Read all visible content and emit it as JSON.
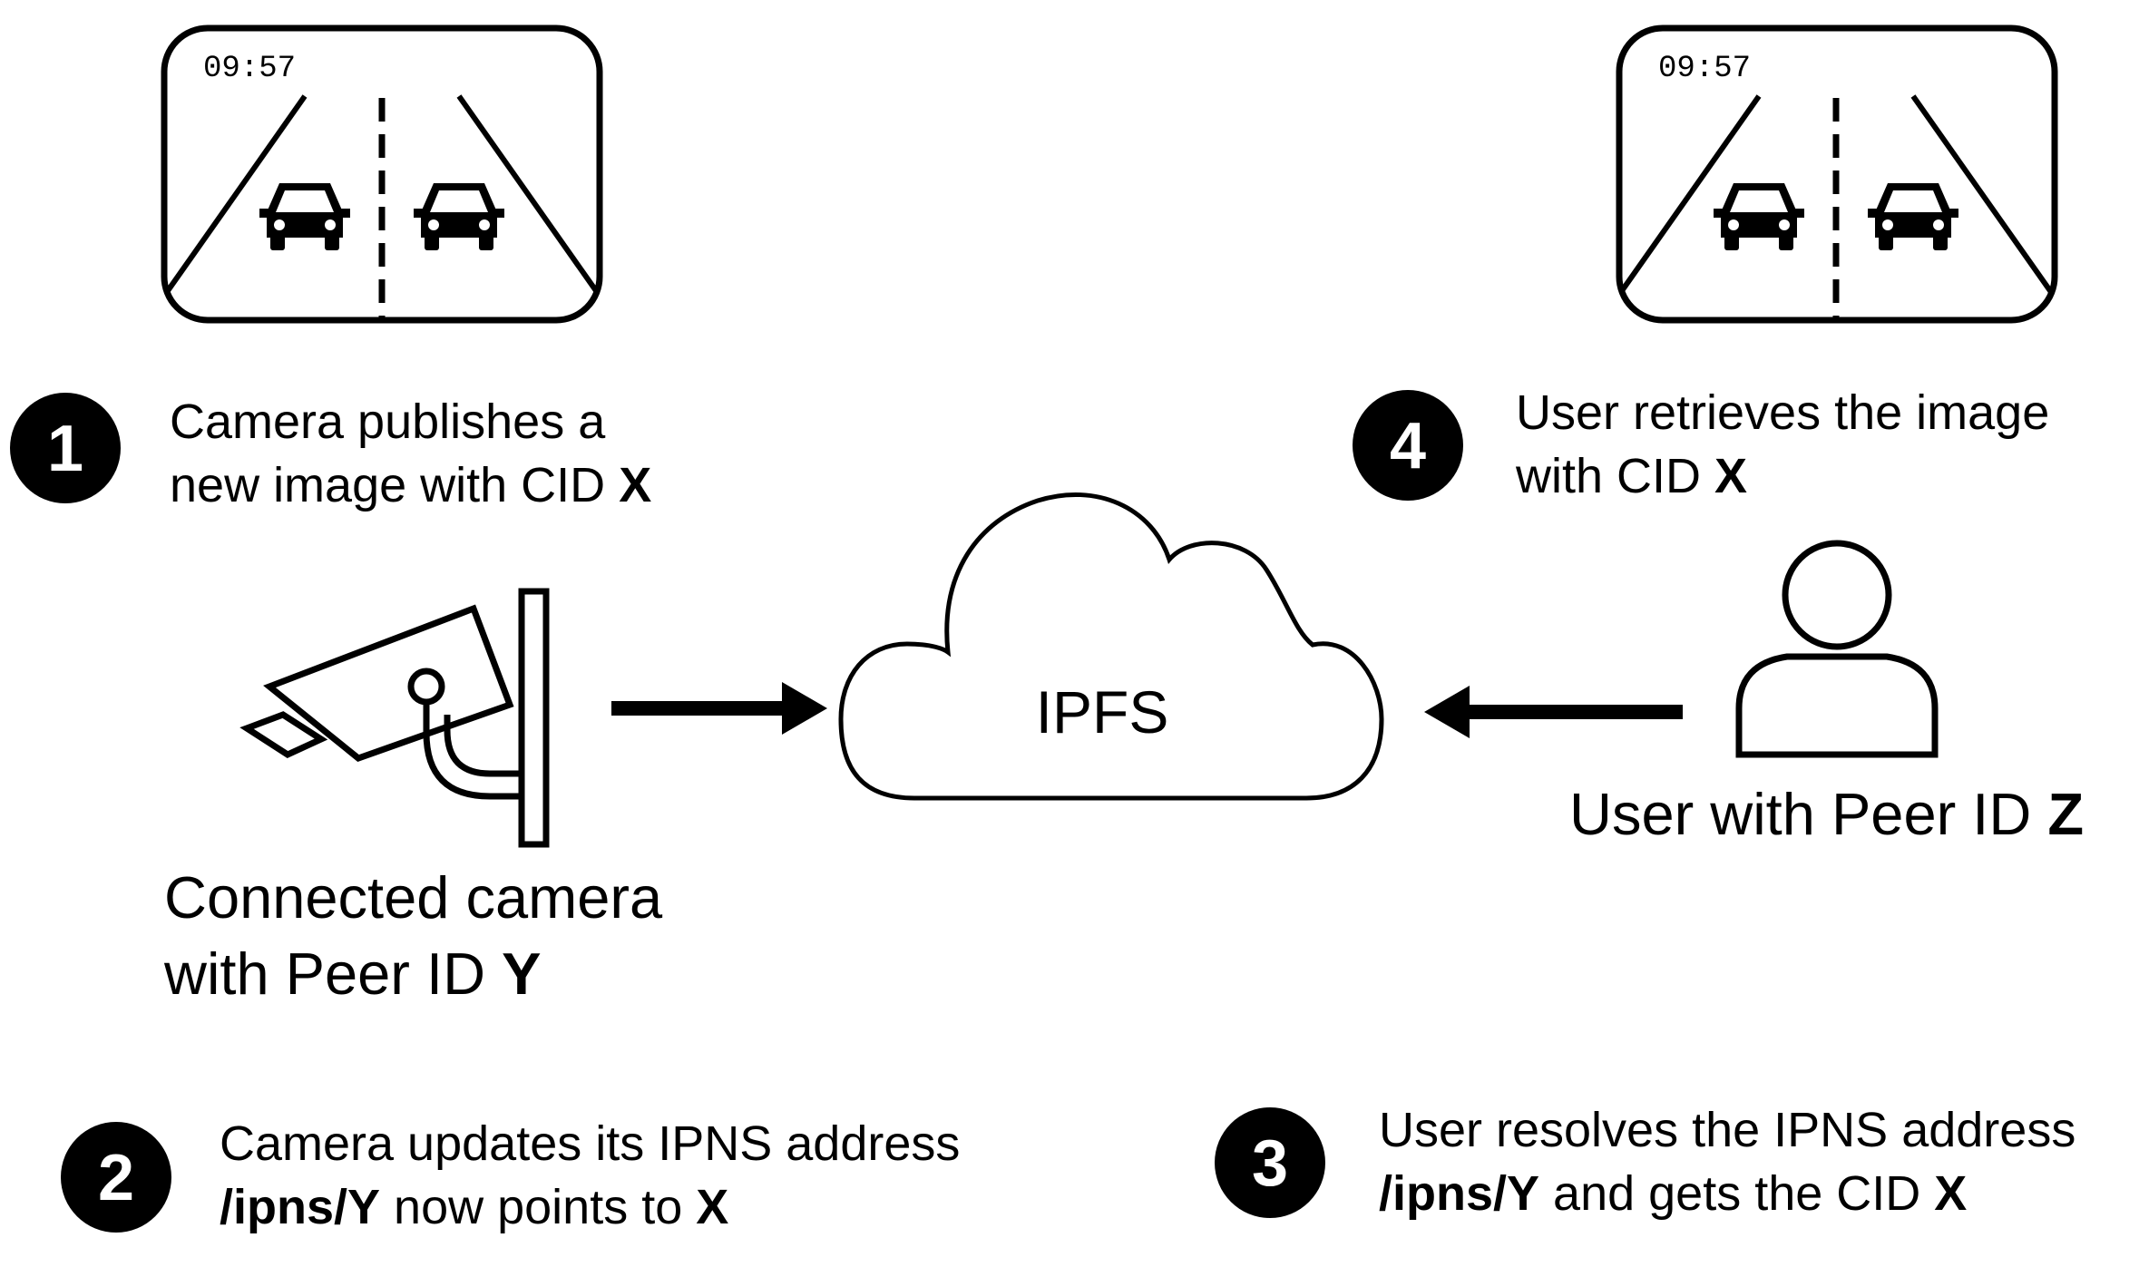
{
  "screens": {
    "left": {
      "timestamp": "09:57"
    },
    "right": {
      "timestamp": "09:57"
    }
  },
  "cloud": {
    "label": "IPFS"
  },
  "camera": {
    "caption_line1": "Connected camera",
    "caption_line2_prefix": "with Peer ID ",
    "caption_line2_bold": "Y"
  },
  "user": {
    "caption_prefix": "User with Peer ID ",
    "caption_bold": "Z"
  },
  "steps": [
    {
      "number": "1",
      "line1": "Camera publishes a",
      "line2_prefix": "new image with CID ",
      "line2_bold": "X"
    },
    {
      "number": "2",
      "line1": "Camera updates its IPNS address",
      "line2_bold_prefix": "/ipns/Y",
      "line2_middle": " now points to ",
      "line2_bold": "X"
    },
    {
      "number": "3",
      "line1": "User resolves the IPNS address",
      "line2_bold_prefix": "/ipns/Y",
      "line2_middle": " and gets the CID ",
      "line2_bold": "X"
    },
    {
      "number": "4",
      "line1": "User retrieves the image",
      "line2_prefix": "with CID ",
      "line2_bold": "X"
    }
  ],
  "colors": {
    "ink": "#000000",
    "background": "#ffffff"
  }
}
